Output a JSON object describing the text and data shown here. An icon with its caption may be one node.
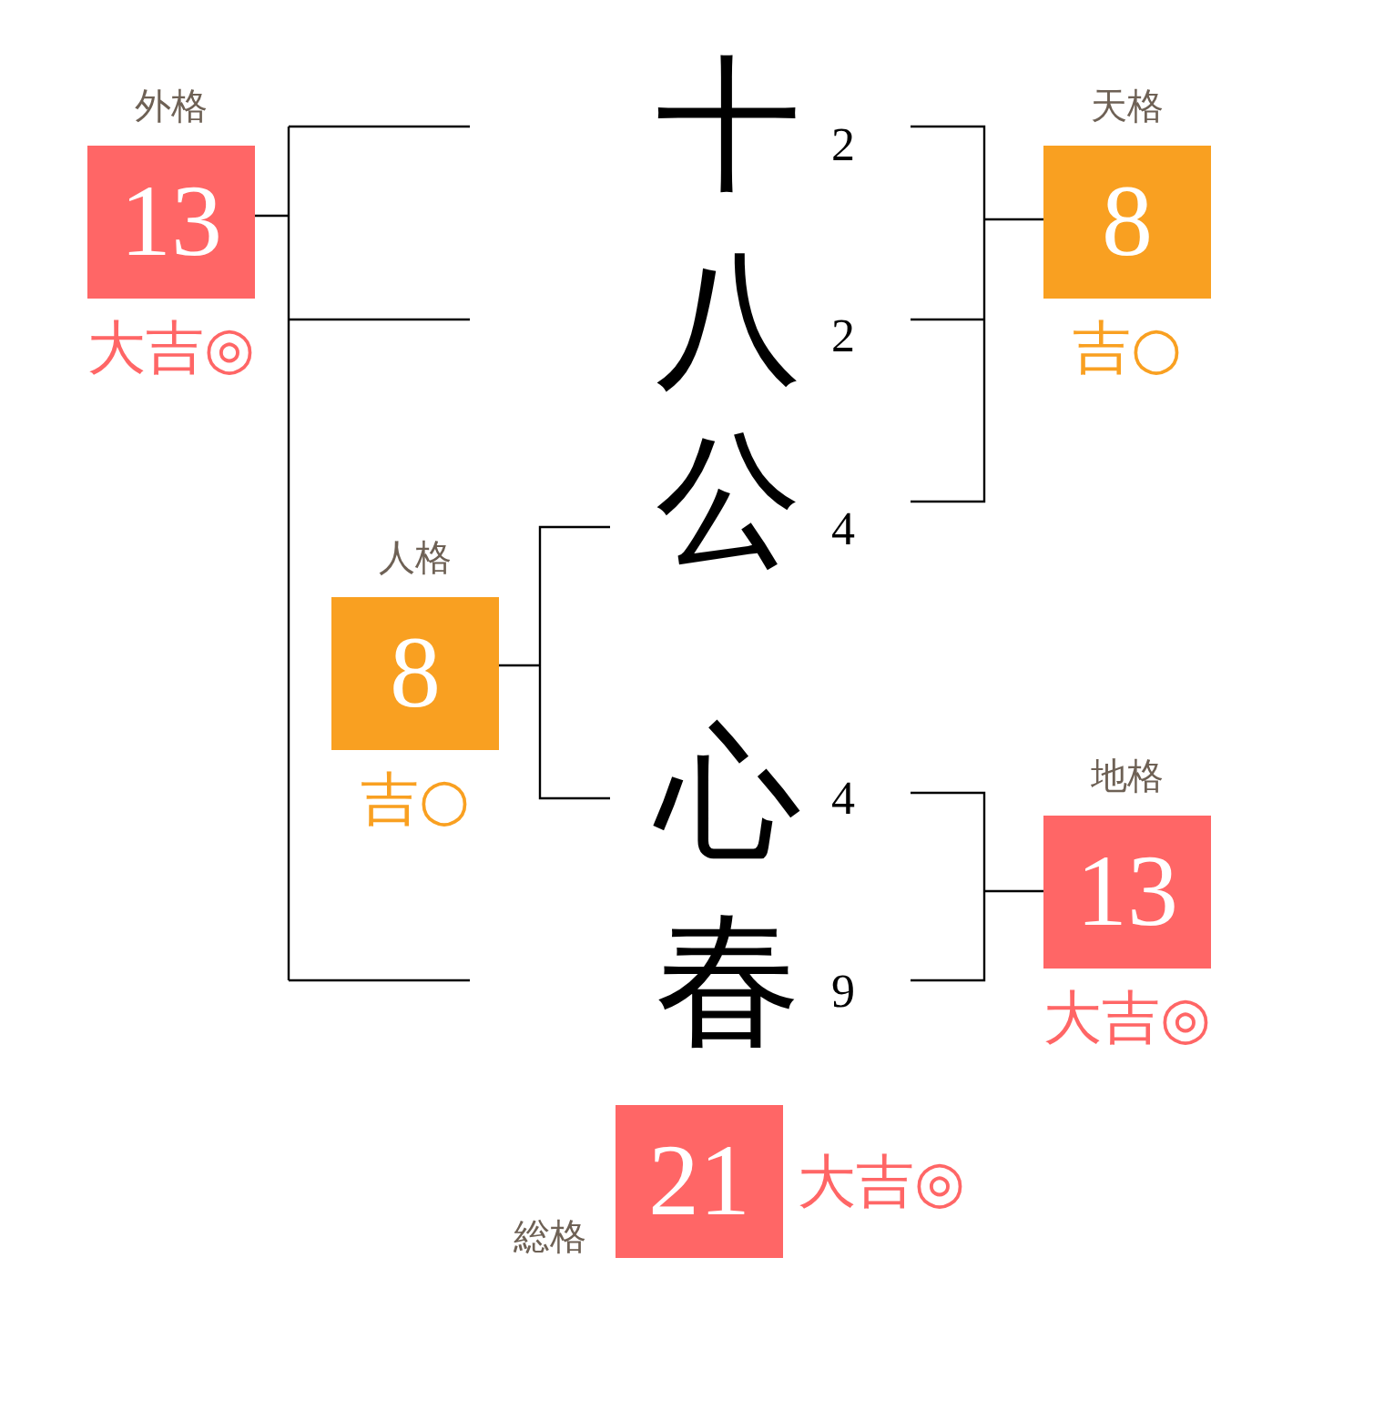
{
  "diagram": {
    "nodes": [
      {
        "text": [
          "外格",
          "13"
        ],
        "beside": [
          "大吉◎"
        ]
      },
      {
        "text": [
          "天格",
          "8"
        ],
        "beside": [
          "吉○"
        ]
      },
      {
        "text": [
          "人格",
          "8"
        ],
        "beside": [
          "吉○"
        ]
      },
      {
        "text": [
          "地格",
          "13"
        ],
        "beside": [
          "大吉◎"
        ]
      },
      {
        "text": [
          "総格",
          "21"
        ],
        "beside": [
          "大吉◎"
        ]
      }
    ],
    "edges": [],
    "labels": [
      "十",
      "2",
      "八",
      "2",
      "公",
      "4",
      "心",
      "4",
      "春",
      "9"
    ]
  }
}
